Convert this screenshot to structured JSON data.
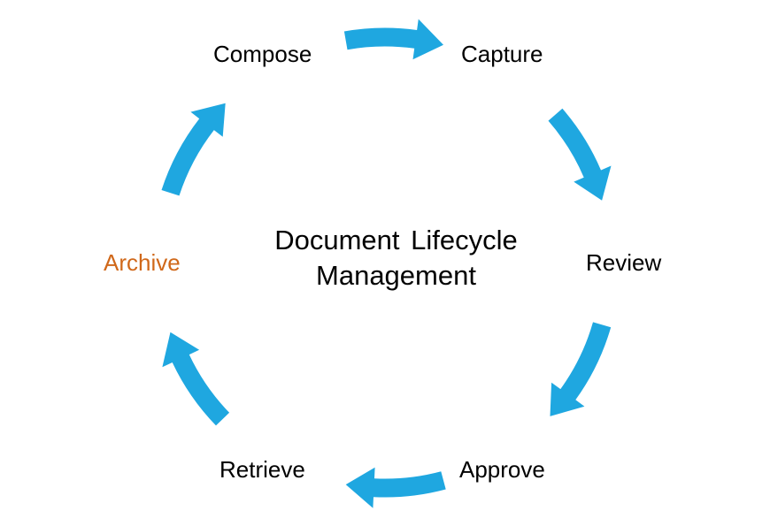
{
  "diagram": {
    "title_line1": "Document Lifecycle",
    "title_line2": "Management",
    "stages": [
      {
        "label": "Compose"
      },
      {
        "label": "Capture"
      },
      {
        "label": "Review"
      },
      {
        "label": "Approve"
      },
      {
        "label": "Retrieve"
      },
      {
        "label": "Archive"
      }
    ],
    "colors": {
      "arrow": "#1fa7e0",
      "text": "#000000",
      "highlight": "#d0681a"
    }
  }
}
